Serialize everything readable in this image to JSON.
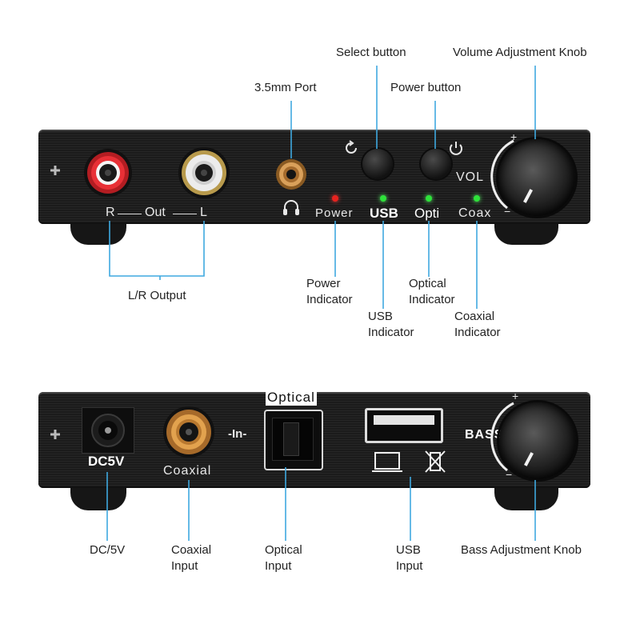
{
  "front": {
    "callouts": {
      "select_button": "Select button",
      "volume_knob": "Volume Adjustment Knob",
      "port_35": "3.5mm Port",
      "power_button": "Power button",
      "lr_output": "L/R Output",
      "power_indicator": "Power\nIndicator",
      "usb_indicator": "USB\nIndicator",
      "optical_indicator": "Optical\nIndicator",
      "coaxial_indicator": "Coaxial\nIndicator"
    },
    "panel": {
      "r": "R",
      "out": "Out",
      "l": "L",
      "power": "Power",
      "usb": "USB",
      "opti": "Opti",
      "coax": "Coax",
      "vol": "VOL",
      "plus": "+",
      "minus": "−"
    },
    "leds": {
      "power_color": "#e8231f",
      "usb_color": "#2ee33a",
      "opti_color": "#2ee33a",
      "coax_color": "#2ee33a"
    }
  },
  "back": {
    "callouts": {
      "dc5v": "DC/5V",
      "coaxial_input": "Coaxial\nInput",
      "optical_input": "Optical\nInput",
      "usb_input": "USB\nInput",
      "bass_knob": "Bass Adjustment Knob"
    },
    "panel": {
      "dc5v": "DC5V",
      "coaxial": "Coaxial",
      "in": "-In-",
      "optical": "Optical",
      "bass": "BASS",
      "plus": "+",
      "minus": "−"
    }
  },
  "colors": {
    "leader_line": "#3fa9e0",
    "rca_red": "#d8262b",
    "rca_white": "#e6e6e6",
    "gold": "#c98a3b"
  }
}
